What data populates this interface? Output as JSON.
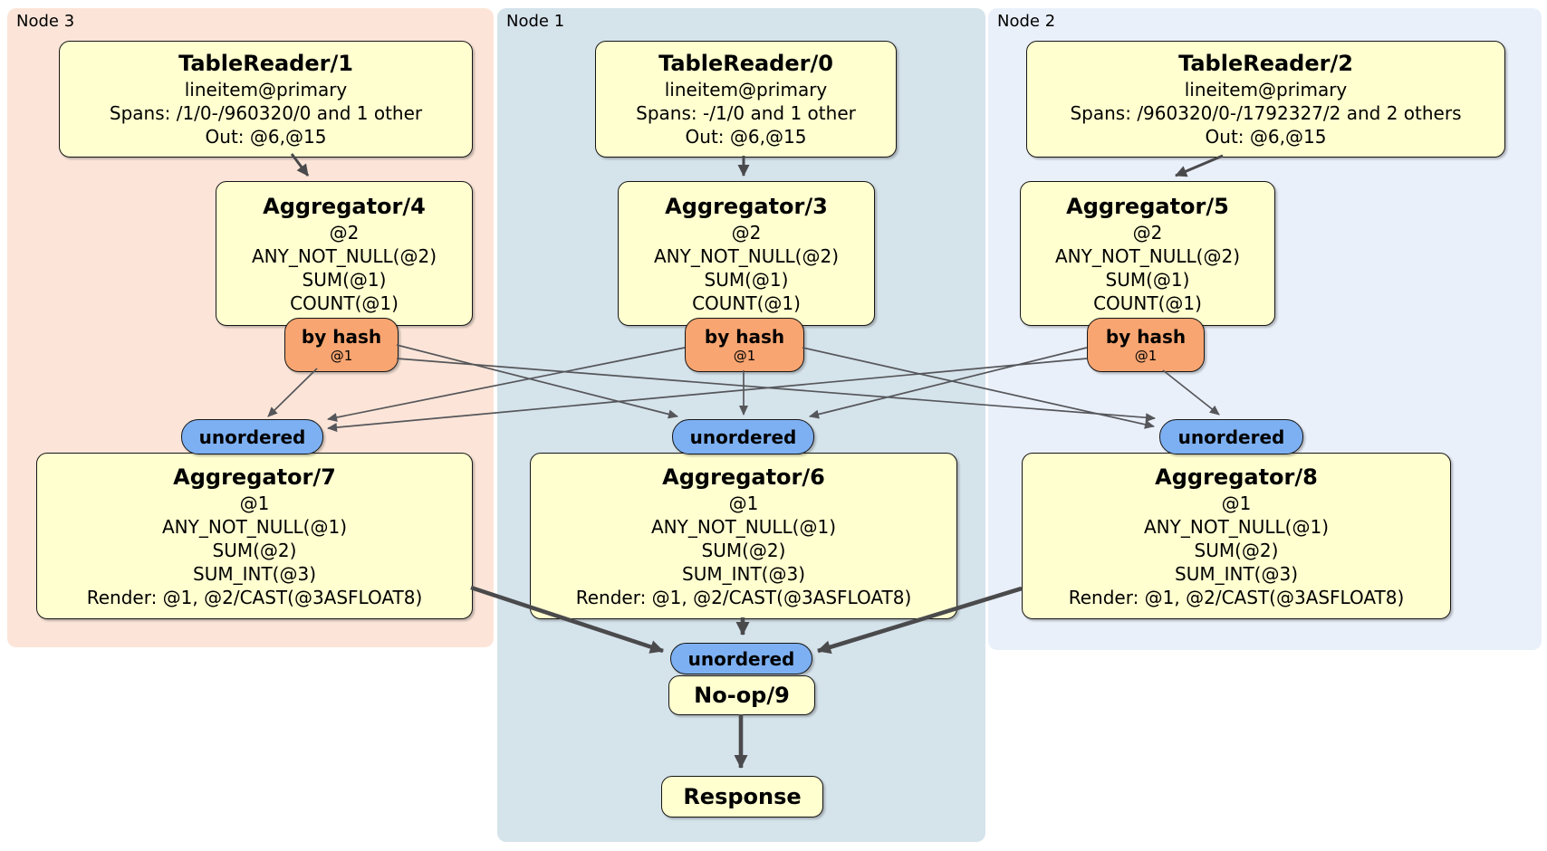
{
  "regions": {
    "node3": {
      "label": "Node 3",
      "color": "#fce5d8"
    },
    "node1": {
      "label": "Node 1",
      "color": "#d5e3eb"
    },
    "node2": {
      "label": "Node 2",
      "color": "#eaf0fa"
    }
  },
  "colors": {
    "processor_fill": "#ffffd0",
    "router_fill": "#f8a571",
    "sync_fill": "#7db0f2",
    "edge_thin": "#55565a",
    "edge_thick": "#4a4a4c",
    "border": "#161616"
  },
  "processors": {
    "tr1": {
      "title": "TableReader/1",
      "lines": [
        "lineitem@primary",
        "Spans: /1/0-/960320/0 and 1 other",
        "Out: @6,@15"
      ]
    },
    "tr0": {
      "title": "TableReader/0",
      "lines": [
        "lineitem@primary",
        "Spans: -/1/0 and 1 other",
        "Out: @6,@15"
      ]
    },
    "tr2": {
      "title": "TableReader/2",
      "lines": [
        "lineitem@primary",
        "Spans: /960320/0-/1792327/2 and 2 others",
        "Out: @6,@15"
      ]
    },
    "agg4": {
      "title": "Aggregator/4",
      "lines": [
        "@2",
        "ANY_NOT_NULL(@2)",
        "SUM(@1)",
        "COUNT(@1)"
      ]
    },
    "agg3": {
      "title": "Aggregator/3",
      "lines": [
        "@2",
        "ANY_NOT_NULL(@2)",
        "SUM(@1)",
        "COUNT(@1)"
      ]
    },
    "agg5": {
      "title": "Aggregator/5",
      "lines": [
        "@2",
        "ANY_NOT_NULL(@2)",
        "SUM(@1)",
        "COUNT(@1)"
      ]
    },
    "agg7": {
      "title": "Aggregator/7",
      "lines": [
        "@1",
        "ANY_NOT_NULL(@1)",
        "SUM(@2)",
        "SUM_INT(@3)",
        "Render: @1, @2/CAST(@3ASFLOAT8)"
      ]
    },
    "agg6": {
      "title": "Aggregator/6",
      "lines": [
        "@1",
        "ANY_NOT_NULL(@1)",
        "SUM(@2)",
        "SUM_INT(@3)",
        "Render: @1, @2/CAST(@3ASFLOAT8)"
      ]
    },
    "agg8": {
      "title": "Aggregator/8",
      "lines": [
        "@1",
        "ANY_NOT_NULL(@1)",
        "SUM(@2)",
        "SUM_INT(@3)",
        "Render: @1, @2/CAST(@3ASFLOAT8)"
      ]
    },
    "noop": {
      "title": "No-op/9"
    },
    "response": {
      "title": "Response"
    }
  },
  "routers": {
    "bh4": {
      "label": "by hash",
      "sub": "@1"
    },
    "bh3": {
      "label": "by hash",
      "sub": "@1"
    },
    "bh5": {
      "label": "by hash",
      "sub": "@1"
    }
  },
  "syncs": {
    "u7": {
      "label": "unordered"
    },
    "u6": {
      "label": "unordered"
    },
    "u8": {
      "label": "unordered"
    },
    "u9": {
      "label": "unordered"
    }
  },
  "edges": [
    {
      "from": "TableReader/1",
      "to": "Aggregator/4"
    },
    {
      "from": "TableReader/0",
      "to": "Aggregator/3"
    },
    {
      "from": "TableReader/2",
      "to": "Aggregator/5"
    },
    {
      "from": "Aggregator/4 by hash @1",
      "to": "unordered (Aggregator/7)"
    },
    {
      "from": "Aggregator/4 by hash @1",
      "to": "unordered (Aggregator/6)"
    },
    {
      "from": "Aggregator/4 by hash @1",
      "to": "unordered (Aggregator/8)"
    },
    {
      "from": "Aggregator/3 by hash @1",
      "to": "unordered (Aggregator/7)"
    },
    {
      "from": "Aggregator/3 by hash @1",
      "to": "unordered (Aggregator/6)"
    },
    {
      "from": "Aggregator/3 by hash @1",
      "to": "unordered (Aggregator/8)"
    },
    {
      "from": "Aggregator/5 by hash @1",
      "to": "unordered (Aggregator/7)"
    },
    {
      "from": "Aggregator/5 by hash @1",
      "to": "unordered (Aggregator/6)"
    },
    {
      "from": "Aggregator/5 by hash @1",
      "to": "unordered (Aggregator/8)"
    },
    {
      "from": "Aggregator/7",
      "to": "unordered (No-op/9)"
    },
    {
      "from": "Aggregator/6",
      "to": "unordered (No-op/9)"
    },
    {
      "from": "Aggregator/8",
      "to": "unordered (No-op/9)"
    },
    {
      "from": "No-op/9",
      "to": "Response"
    }
  ]
}
